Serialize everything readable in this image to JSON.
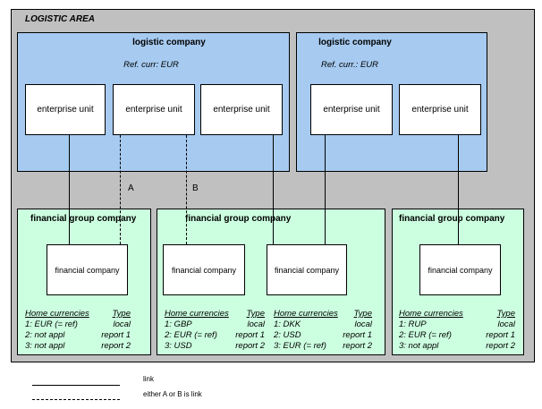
{
  "area": {
    "title": "LOGISTIC AREA"
  },
  "logistic_companies": [
    {
      "title": "logistic company",
      "ref": "Ref. curr: EUR",
      "units": [
        "enterprise unit",
        "enterprise unit",
        "enterprise unit"
      ]
    },
    {
      "title": "logistic company",
      "ref": "Ref. curr.: EUR",
      "units": [
        "enterprise unit",
        "enterprise unit"
      ]
    }
  ],
  "link_labels": {
    "a": "A",
    "b": "B"
  },
  "financial_groups": [
    {
      "title": "financial group company",
      "companies": [
        "financial company"
      ],
      "tables": [
        {
          "header": [
            "Home currencies",
            "Type"
          ],
          "rows": [
            [
              "1: EUR (= ref)",
              "local"
            ],
            [
              "2: not appl",
              "report 1"
            ],
            [
              "3: not appl",
              "report 2"
            ]
          ]
        }
      ]
    },
    {
      "title": "financial group company",
      "companies": [
        "financial company",
        "financial company"
      ],
      "tables": [
        {
          "header": [
            "Home currencies",
            "Type"
          ],
          "rows": [
            [
              "1: GBP",
              "local"
            ],
            [
              "2: EUR (= ref)",
              "report 1"
            ],
            [
              "3: USD",
              "report 2"
            ]
          ]
        },
        {
          "header": [
            "Home currencies",
            "Type"
          ],
          "rows": [
            [
              "1: DKK",
              "local"
            ],
            [
              "2: USD",
              "report 1"
            ],
            [
              "3: EUR (= ref)",
              "report 2"
            ]
          ]
        }
      ]
    },
    {
      "title": "financial group company",
      "companies": [
        "financial company"
      ],
      "tables": [
        {
          "header": [
            "Home currencies",
            "Type"
          ],
          "rows": [
            [
              "1: RUP",
              "local"
            ],
            [
              "2: EUR (= ref)",
              "report 1"
            ],
            [
              "3: not appl",
              "report 2"
            ]
          ]
        }
      ]
    }
  ],
  "legend": {
    "solid": "link",
    "dashed": "either A or B is link"
  }
}
